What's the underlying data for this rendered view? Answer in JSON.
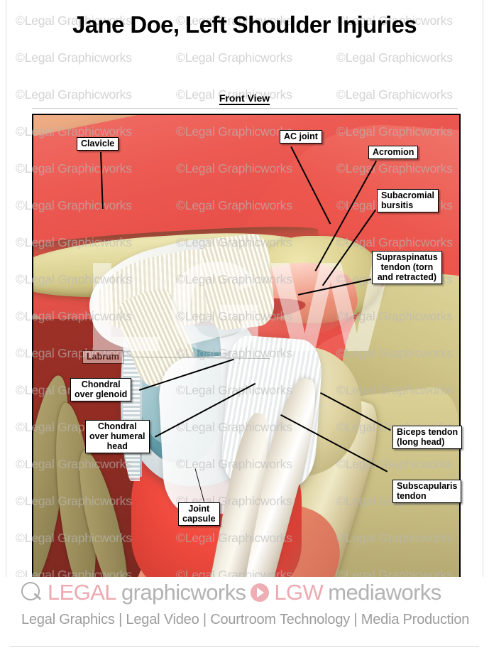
{
  "document": {
    "title": "Jane Doe, Left Shoulder Injuries",
    "view_label": "Front View"
  },
  "watermark": {
    "text": "©Legal Graphicworks",
    "overlay_text": "LGW",
    "color": "#b9b9b9"
  },
  "illustration": {
    "subject": "left shoulder anterior anatomy",
    "labels": [
      {
        "id": "clavicle",
        "text": "Clavicle"
      },
      {
        "id": "ac-joint",
        "text": "AC joint"
      },
      {
        "id": "acromion",
        "text": "Acromion"
      },
      {
        "id": "subacromial-bursitis",
        "text": "Subacromial\nbursitis"
      },
      {
        "id": "supraspinatus",
        "text": "Supraspinatus\ntendon (torn\nand retracted)"
      },
      {
        "id": "labrum",
        "text": "Labrum"
      },
      {
        "id": "chondral-glenoid",
        "text": "Chondral\nover glenoid"
      },
      {
        "id": "chondral-humeral",
        "text": "Chondral\nover humeral\nhead"
      },
      {
        "id": "joint-capsule",
        "text": "Joint\ncapsule"
      },
      {
        "id": "biceps-tendon",
        "text": "Biceps tendon\n(long head)"
      },
      {
        "id": "subscapularis",
        "text": "Subscapularis\ntendon"
      }
    ]
  },
  "footer": {
    "brand_legal": "LEGAL",
    "brand_graphicworks": "graphicworks",
    "brand_lgw": "LGW",
    "brand_mediaworks": "mediaworks",
    "tagline": "Legal Graphics | Legal Video | Courtroom Technology | Media Production",
    "accent_pink": "#ecaab0",
    "accent_gray": "#b3b3b3"
  }
}
